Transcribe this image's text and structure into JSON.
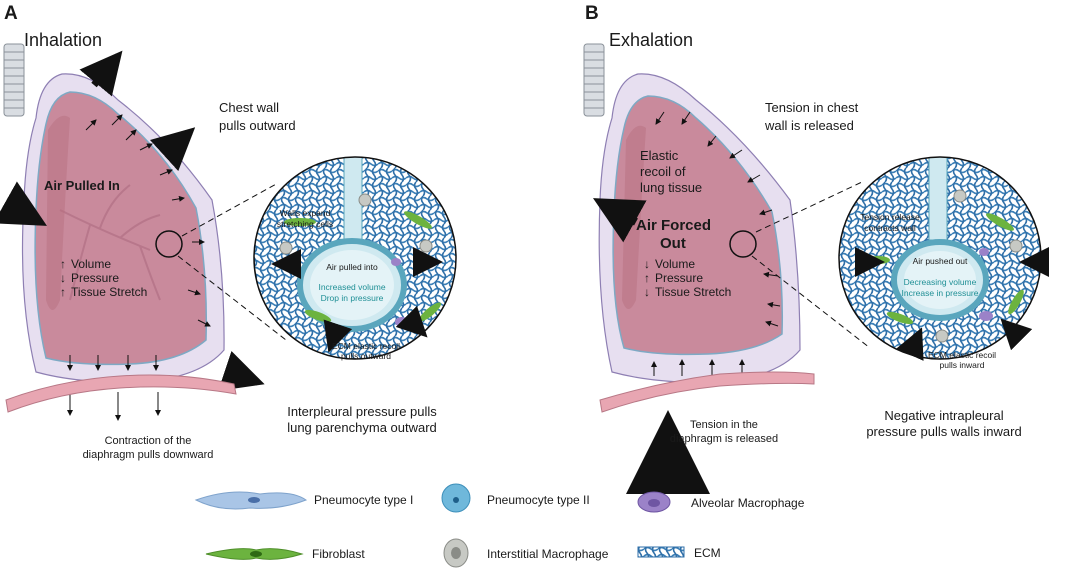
{
  "panels": {
    "a": {
      "letter": "A",
      "title": "Inhalation",
      "lung_label": "Air Pulled In",
      "indicators": [
        "Volume",
        "Pressure",
        "Tissue Stretch"
      ],
      "indicator_directions": [
        "up",
        "down",
        "up"
      ],
      "chest_wall": [
        "Chest wall",
        "pulls outward"
      ],
      "diaphragm": [
        "Contraction of the",
        "diaphragm pulls downward"
      ],
      "pleural": [
        "Interpleural pressure pulls",
        "lung parenchyma outward"
      ],
      "zoom": {
        "wall_note": [
          "Walls expand",
          "stretching cells"
        ],
        "air_text": "Air pulled into",
        "change": [
          "Increased volume",
          "Drop in pressure"
        ],
        "ecm_note": [
          "ECM elastic recoil",
          "pulls outward"
        ]
      }
    },
    "b": {
      "letter": "B",
      "title": "Exhalation",
      "lung_label": [
        "Elastic",
        "recoil of",
        "lung tissue"
      ],
      "air_label": [
        "Air Forced",
        "Out"
      ],
      "indicators": [
        "Volume",
        "Pressure",
        "Tissue Stretch"
      ],
      "indicator_directions": [
        "down",
        "up",
        "down"
      ],
      "chest_wall": [
        "Tension in chest",
        "wall is released"
      ],
      "diaphragm": [
        "Tension in the",
        "diaphragm is released"
      ],
      "pleural": [
        "Negative intrapleural",
        "pressure pulls walls inward"
      ],
      "zoom": {
        "wall_note": [
          "Tension release",
          "contracts wall"
        ],
        "air_text": "Air pushed out",
        "change": [
          "Decreasing volume",
          "Increase in pressure"
        ],
        "ecm_note": [
          "ECM elastic recoil",
          "pulls inward"
        ]
      }
    }
  },
  "legend": [
    {
      "label": "Pneumocyte type I",
      "icon": "pneumocyte-type-1-icon"
    },
    {
      "label": "Pneumocyte type II",
      "icon": "pneumocyte-type-2-icon"
    },
    {
      "label": "Alveolar Macrophage",
      "icon": "alveolar-macrophage-icon"
    },
    {
      "label": "Fibroblast",
      "icon": "fibroblast-icon"
    },
    {
      "label": "Interstitial Macrophage",
      "icon": "interstitial-macrophage-icon"
    },
    {
      "label": "ECM",
      "icon": "ecm-icon"
    }
  ],
  "colors": {
    "lung": "#c98a9c",
    "pleura": "#e7dff0",
    "alveolus": "#cfe9f0",
    "ecm": "#3b7fb6",
    "fibroblast": "#6cb33f",
    "diaphragm": "#e8a6b2"
  }
}
